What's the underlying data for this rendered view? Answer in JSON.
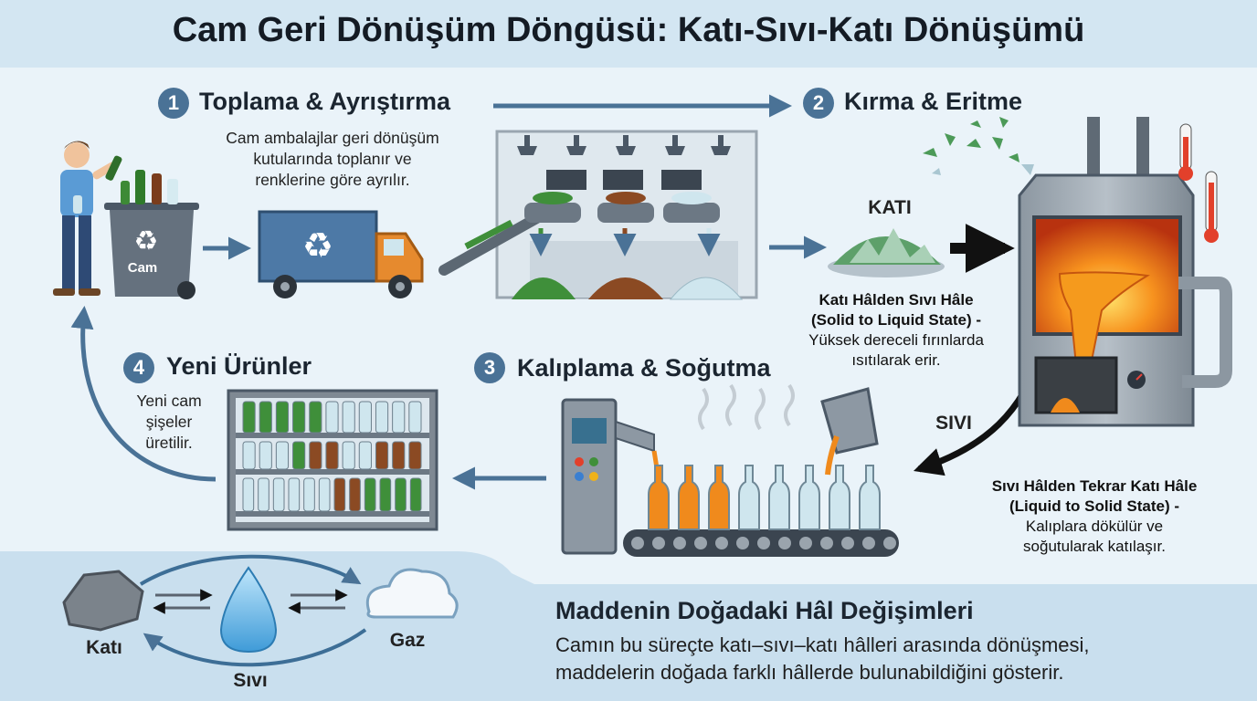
{
  "title": "Cam Geri Dönüşüm Döngüsü: Katı-Sıvı-Katı Dönüşümü",
  "steps": [
    {
      "number": "1",
      "title": "Toplama & Ayrıştırma",
      "description": [
        "Cam ambalajlar geri dönüşüm",
        "kutularında toplanır ve",
        "renklerine göre ayrılır."
      ]
    },
    {
      "number": "2",
      "title": "Kırma & Eritme"
    },
    {
      "number": "3",
      "title": "Kalıplama & Soğutma"
    },
    {
      "number": "4",
      "title": "Yeni Ürünler",
      "description": [
        "Yeni cam",
        "şişeler",
        "üretilir."
      ]
    }
  ],
  "bin_label": "Cam",
  "states": {
    "solid": "KATI",
    "liquid": "SIVI"
  },
  "melting": {
    "heading": [
      "Katı Hâlden Sıvı Hâle",
      "(Solid to Liquid State) -"
    ],
    "text": [
      "Yüksek dereceli fırınlarda",
      "ısıtılarak erir."
    ]
  },
  "solidifying": {
    "heading": [
      "Sıvı Hâlden Tekrar Katı Hâle",
      "(Liquid to Solid State) -"
    ],
    "text": [
      "Kalıplara dökülür ve",
      "soğutularak katılaşır."
    ]
  },
  "cycle": {
    "solid": "Katı",
    "liquid": "Sıvı",
    "gas": "Gaz"
  },
  "bottom": {
    "heading": "Maddenin Doğadaki Hâl Değişimleri",
    "text": [
      "Camın bu süreçte katı–sıvı–katı hâlleri arasında dönüşmesi,",
      "maddelerin doğada farklı hâllerde bulunabildiğini gösterir."
    ]
  },
  "colors": {
    "banner": "#d3e6f2",
    "accent": "#4a7296",
    "bottom_band": "#c9dfee",
    "glass_green": "#3f8f3a",
    "glass_brown": "#8b4a23",
    "glass_clear": "#cfe6ee",
    "molten": "#f08a1c"
  }
}
